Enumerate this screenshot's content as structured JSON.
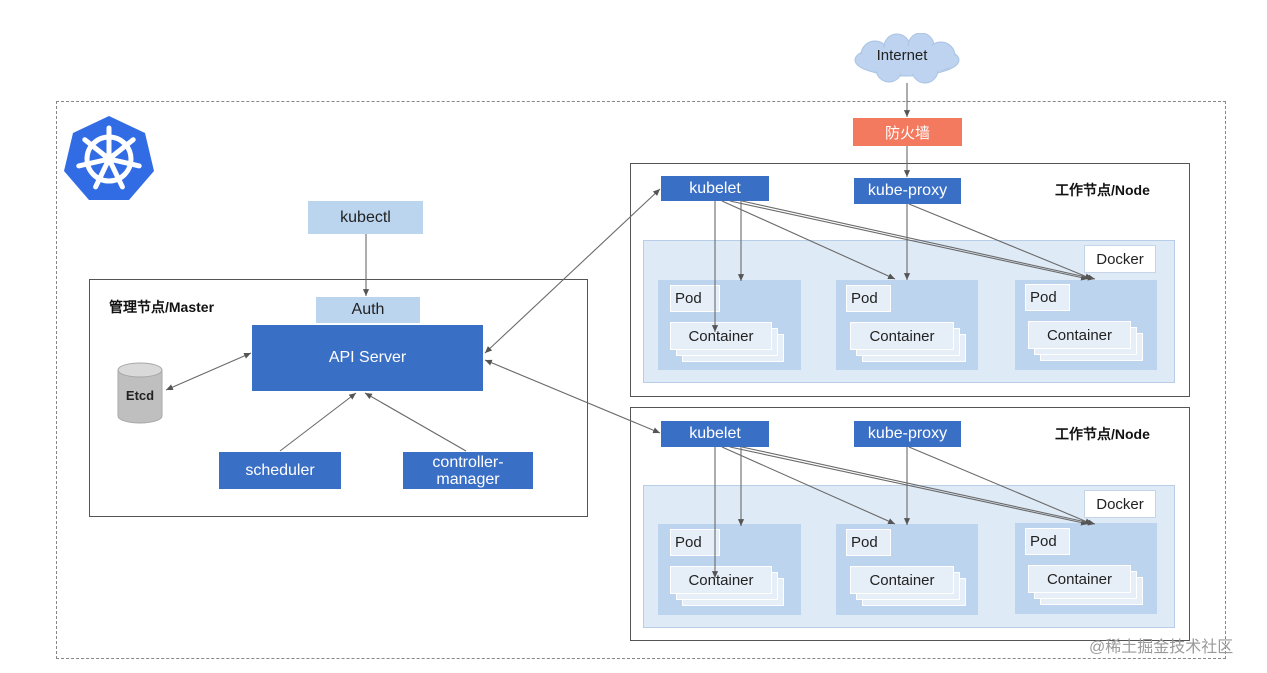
{
  "internet": "Internet",
  "firewall": "防火墙",
  "kubectl": "kubectl",
  "master": {
    "title": "管理节点/Master",
    "auth": "Auth",
    "api_server": "API Server",
    "etcd": "Etcd",
    "scheduler": "scheduler",
    "controller_line1": "controller-",
    "controller_line2": "manager"
  },
  "nodes": [
    {
      "title": "工作节点/Node",
      "kubelet": "kubelet",
      "kube_proxy": "kube-proxy",
      "docker": "Docker",
      "pods": [
        {
          "label": "Pod",
          "container": "Container"
        },
        {
          "label": "Pod",
          "container": "Container"
        },
        {
          "label": "Pod",
          "container": "Container"
        }
      ]
    },
    {
      "title": "工作节点/Node",
      "kubelet": "kubelet",
      "kube_proxy": "kube-proxy",
      "docker": "Docker",
      "pods": [
        {
          "label": "Pod",
          "container": "Container"
        },
        {
          "label": "Pod",
          "container": "Container"
        },
        {
          "label": "Pod",
          "container": "Container"
        }
      ]
    }
  ],
  "watermark": "@稀土掘金技术社区",
  "colors": {
    "dark_blue": "#3a6fc6",
    "light_blue": "#bcd5ef",
    "firewall": "#f47a5f",
    "logo": "#326ce5"
  }
}
